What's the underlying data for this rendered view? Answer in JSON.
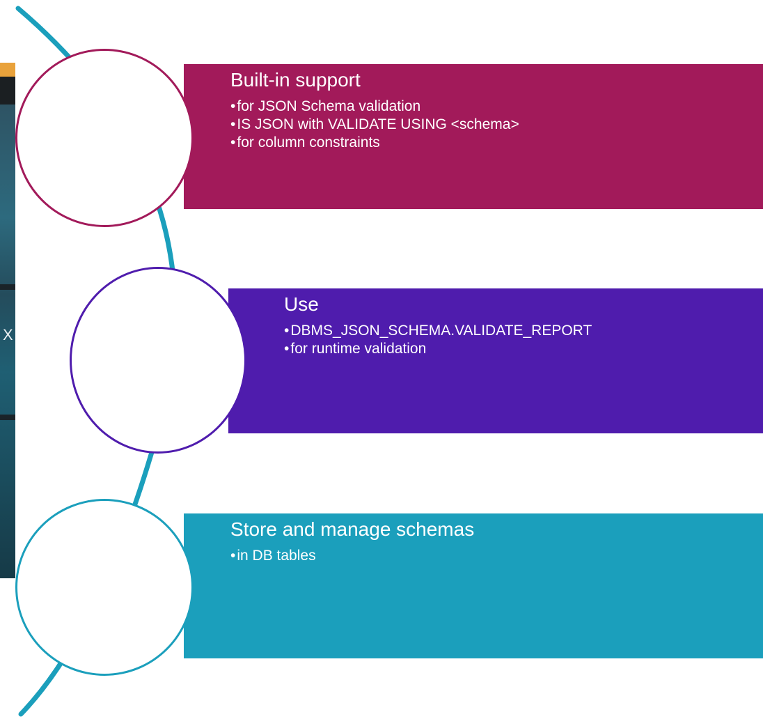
{
  "colors": {
    "panel_1": "#a21a5a",
    "panel_2": "#4f1cad",
    "panel_3": "#1b9fbc",
    "connector_curve": "#1b9fbc"
  },
  "side_photo": {
    "partial_glyph": "X"
  },
  "items": [
    {
      "title": "Built-in support",
      "bullets": [
        "for JSON Schema validation",
        "IS JSON with VALIDATE USING <schema>",
        "for column constraints"
      ]
    },
    {
      "title": "Use",
      "bullets": [
        "DBMS_JSON_SCHEMA.VALIDATE_REPORT",
        "for runtime validation"
      ]
    },
    {
      "title": "Store and manage schemas",
      "bullets": [
        "in DB tables"
      ]
    }
  ],
  "bullet_marker": "•"
}
